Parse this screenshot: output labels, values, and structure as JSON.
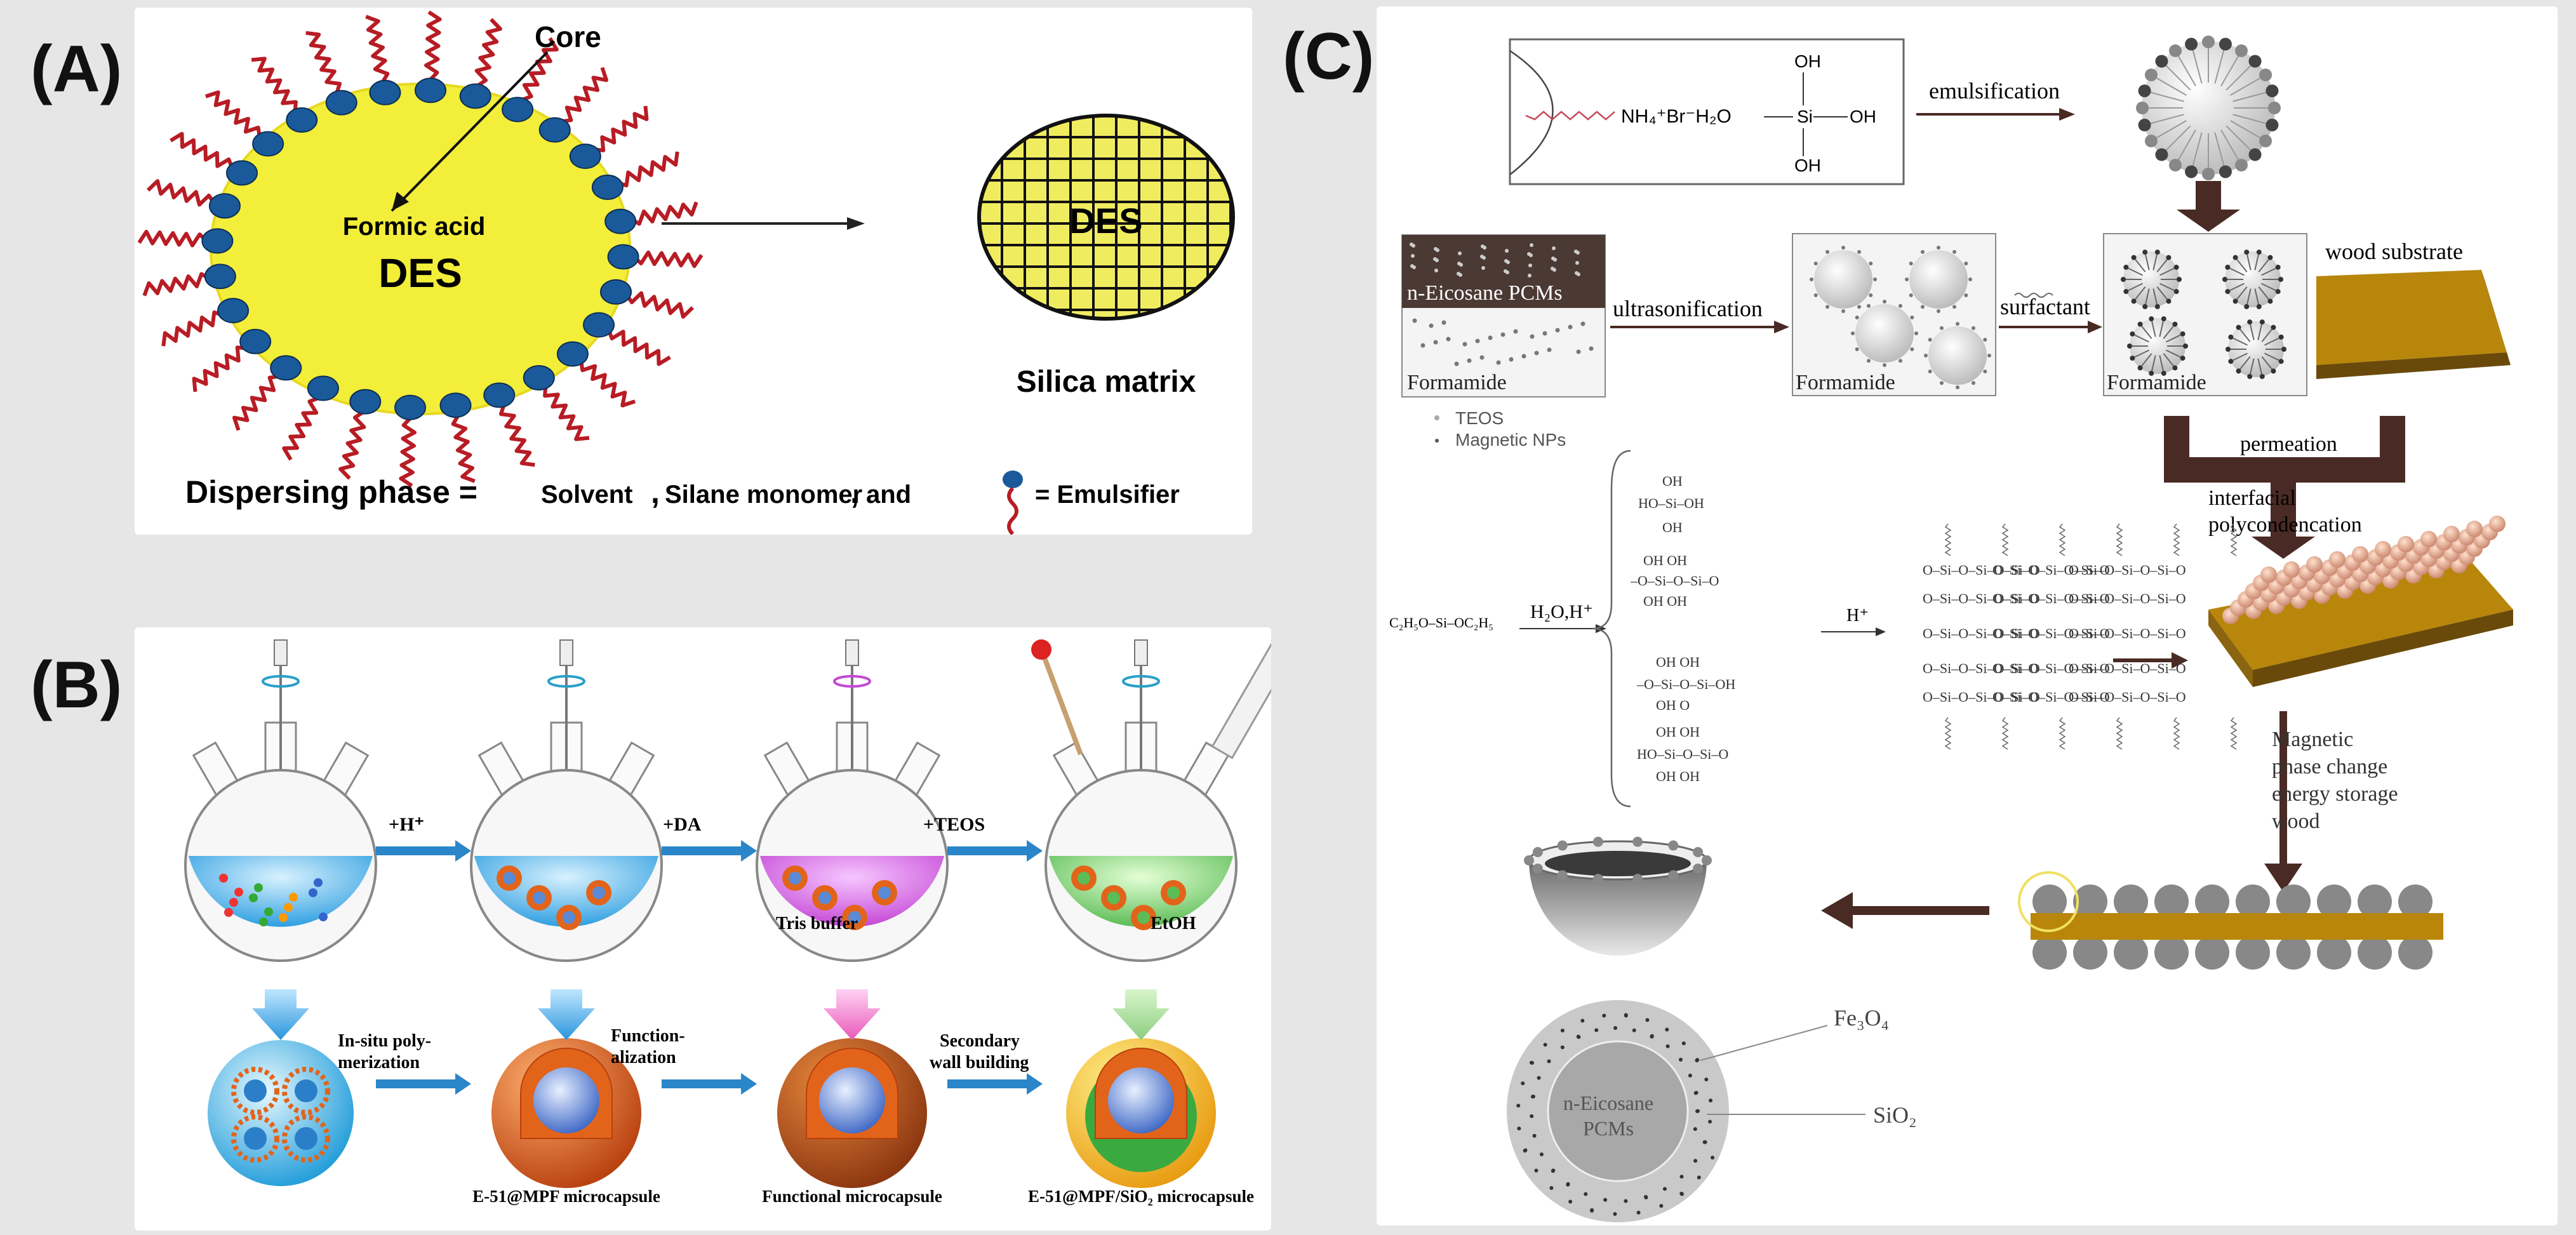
{
  "panels": {
    "a": {
      "label": "(A)",
      "core": "Core",
      "formic": "Formic acid",
      "des_left": "DES",
      "des_right": "DES",
      "silica": "Silica matrix",
      "legend_prefix": "Dispersing phase = ",
      "legend_solvent": "Solvent",
      "legend_silane": "Silane monomer",
      "legend_and": "and",
      "legend_emulsifier": "= Emulsifier",
      "colors": {
        "droplet": "#f2ee3a",
        "head": "#1b5a9a",
        "tail": "#b81c24",
        "grid": "#f0ec60"
      }
    },
    "b": {
      "label": "(B)",
      "step_h": "+H⁺",
      "step_da": "+DA",
      "step_teos": "+TEOS",
      "tris": "Tris buffer",
      "etoh": "EtOH",
      "insitu1": "In-situ poly-",
      "insitu2": "merization",
      "func1": "Function-",
      "func2": "alization",
      "sec1": "Secondary",
      "sec2": "wall building",
      "cap1": "E-51@MPF microcapsule",
      "cap2": "Functional microcapsule",
      "cap3": "E-51@MPF/SiO₂ microcapsule",
      "colors": {
        "arrow": "#2a86c8",
        "shell": "#e2641a",
        "core": "#5a8ad6"
      }
    },
    "c": {
      "label": "(C)",
      "chem_surf": "NH₄⁺Br⁻H₂O",
      "chem_oh1": "OH",
      "chem_si": "Si",
      "chem_oh2": "OH",
      "chem_oh3": "OH",
      "emulsification": "emulsification",
      "eicosane": "n-Eicosane PCMs",
      "formamide1": "Formamide",
      "formamide2": "Formamide",
      "formamide3": "Formamide",
      "ultrason": "ultrasonification",
      "surfactant": "surfactant",
      "wood": "wood substrate",
      "teos": "TEOS",
      "magnp": "Magnetic NPs",
      "permeation": "permeation",
      "interfacial1": "interfacial",
      "interfacial2": "polycondencation",
      "teos_formula": "C₂H₅O–Si–OC₂H₅",
      "h2o": "H₂O,H⁺",
      "hplus": "H⁺",
      "mag1": "Magnetic",
      "mag2": "phase change",
      "mag3": "energy storage",
      "mag4": "wood",
      "fe3o4": "Fe₃O₄",
      "sio2": "SiO₂",
      "pcm1": "n-Eicosane",
      "pcm2": "PCMs",
      "colors": {
        "arrow": "#4a2a24",
        "wood": "#b8860b",
        "sphere": "#c9c9c9"
      }
    }
  }
}
